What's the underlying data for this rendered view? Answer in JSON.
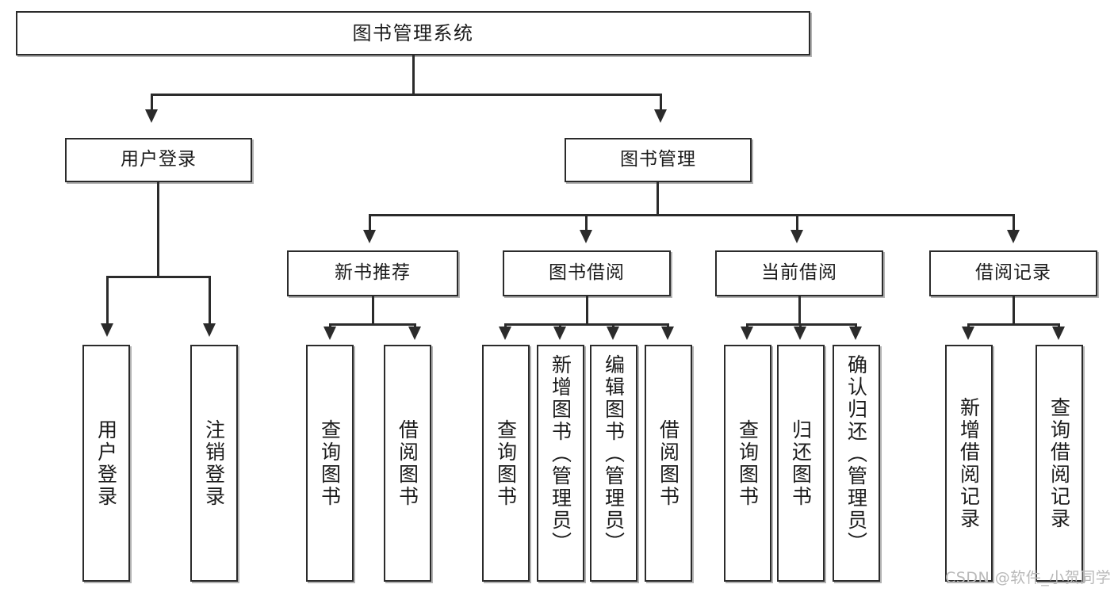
{
  "diagram": {
    "title": "图书管理系统",
    "type": "tree-hierarchy-chart",
    "watermark": "CSDN @软件_小贺同学",
    "colors": {
      "stroke": "#2b2b2b",
      "fill": "#ffffff",
      "text": "#1b1b1b",
      "watermark": "#b9b9b9"
    },
    "nodes": {
      "root": {
        "label": "图书管理系统"
      },
      "level2": [
        {
          "id": "user-login",
          "label": "用户登录"
        },
        {
          "id": "book-manage",
          "label": "图书管理"
        }
      ],
      "level3": [
        {
          "id": "new-book-recommend",
          "label": "新书推荐"
        },
        {
          "id": "book-borrow",
          "label": "图书借阅"
        },
        {
          "id": "current-borrow",
          "label": "当前借阅"
        },
        {
          "id": "borrow-record",
          "label": "借阅记录"
        }
      ],
      "leaves": {
        "user_login": [
          {
            "id": "leaf-user-login",
            "label": "用户登录"
          },
          {
            "id": "leaf-logout-login",
            "label": "注销登录"
          }
        ],
        "new_book_recommend": [
          {
            "id": "leaf-query-book-1",
            "label": "查询图书"
          },
          {
            "id": "leaf-borrow-book-1",
            "label": "借阅图书"
          }
        ],
        "book_borrow": [
          {
            "id": "leaf-query-book-2",
            "label": "查询图书"
          },
          {
            "id": "leaf-add-book-admin",
            "label": "新增图书（管理员）"
          },
          {
            "id": "leaf-edit-book-admin",
            "label": "编辑图书（管理员）"
          },
          {
            "id": "leaf-borrow-book-2",
            "label": "借阅图书"
          }
        ],
        "current_borrow": [
          {
            "id": "leaf-query-book-3",
            "label": "查询图书"
          },
          {
            "id": "leaf-return-book",
            "label": "归还图书"
          },
          {
            "id": "leaf-confirm-return-admin",
            "label": "确认归还（管理员）"
          }
        ],
        "borrow_record": [
          {
            "id": "leaf-add-borrow-record",
            "label": "新增借阅记录"
          },
          {
            "id": "leaf-query-borrow-record",
            "label": "查询借阅记录"
          }
        ]
      }
    }
  }
}
